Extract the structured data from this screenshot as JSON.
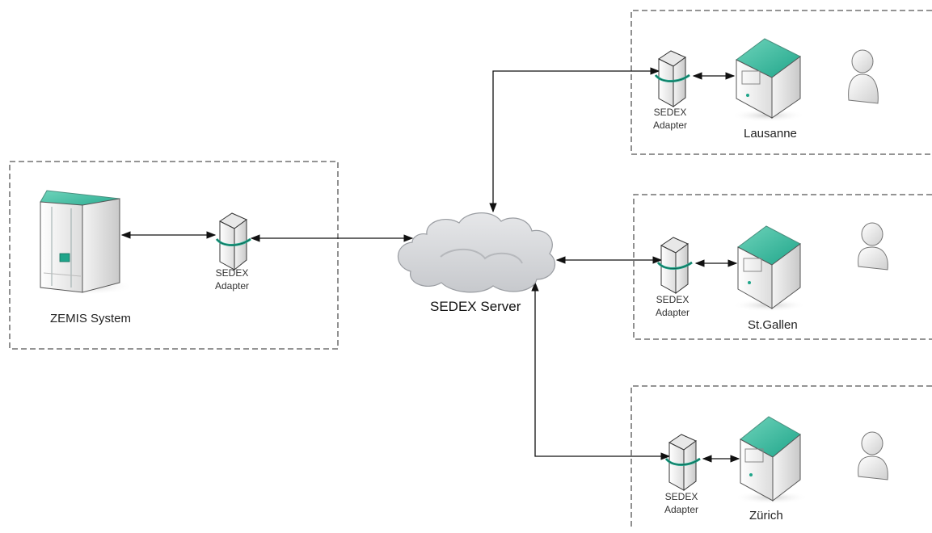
{
  "diagram": {
    "server": {
      "label": "SEDEX Server"
    },
    "zemis": {
      "label": "ZEMIS System"
    },
    "adapter": {
      "line1": "SEDEX",
      "line2": "Adapter"
    },
    "sites": [
      {
        "name": "Lausanne"
      },
      {
        "name": "St.Gallen"
      },
      {
        "name": "Zürich"
      }
    ],
    "icons": {
      "cloud": "cloud-icon",
      "server": "server-icon",
      "rack": "server-rack-icon",
      "adapter": "adapter-icon",
      "user": "user-icon"
    },
    "colors": {
      "accent": "#1fa58a",
      "accent_light": "#6fd4bb",
      "cloud": "#d4d6da",
      "line": "#111111",
      "border": "#555555"
    }
  }
}
